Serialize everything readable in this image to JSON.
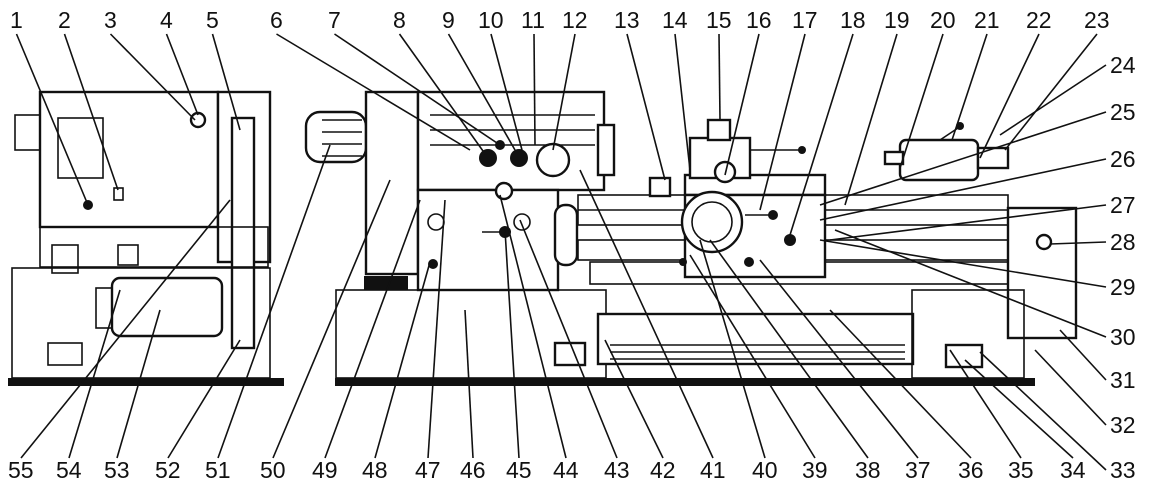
{
  "callouts": [
    "1",
    "2",
    "3",
    "4",
    "5",
    "6",
    "7",
    "8",
    "9",
    "10",
    "11",
    "12",
    "13",
    "14",
    "15",
    "16",
    "17",
    "18",
    "19",
    "20",
    "21",
    "22",
    "23",
    "24",
    "25",
    "26",
    "27",
    "28",
    "29",
    "30",
    "31",
    "32",
    "33",
    "34",
    "35",
    "36",
    "37",
    "38",
    "39",
    "40",
    "41",
    "42",
    "43",
    "44",
    "45",
    "46",
    "47",
    "48",
    "49",
    "50",
    "51",
    "52",
    "53",
    "54",
    "55"
  ],
  "colors": {
    "ink": "#111111",
    "paper": "#ffffff"
  }
}
